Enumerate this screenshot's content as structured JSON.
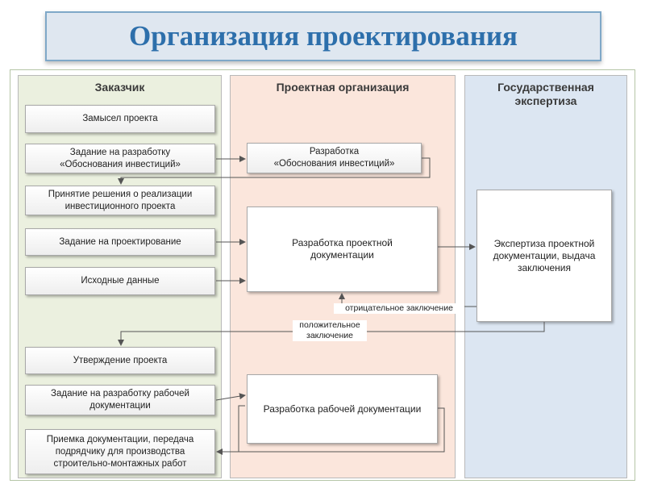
{
  "title": "Организация проектирования",
  "lanes": {
    "customer": "Заказчик",
    "design": "Проектная организация",
    "expert": "Государственная\nэкспертиза"
  },
  "customer_steps": [
    "Замысел проекта",
    "Задание на разработку\n«Обоснования инвестиций»",
    "Принятие решения о реализации\nинвестиционного проекта",
    "Задание на проектирование",
    "Исходные данные",
    "Утверждение проекта",
    "Задание на разработку рабочей\nдокументации",
    "Приемка документации, передача\nподрядчику для производства\nстроительно-монтажных работ"
  ],
  "design_steps": [
    "Разработка\n«Обоснования инвестиций»",
    "Разработка проектной\nдокументации",
    "Разработка рабочей документации"
  ],
  "expert_steps": [
    "Экспертиза проектной\nдокументации, выдача\nзаключения"
  ],
  "labels": {
    "negative": "отрицательное заключение",
    "positive": "положительное\nзаключение"
  }
}
